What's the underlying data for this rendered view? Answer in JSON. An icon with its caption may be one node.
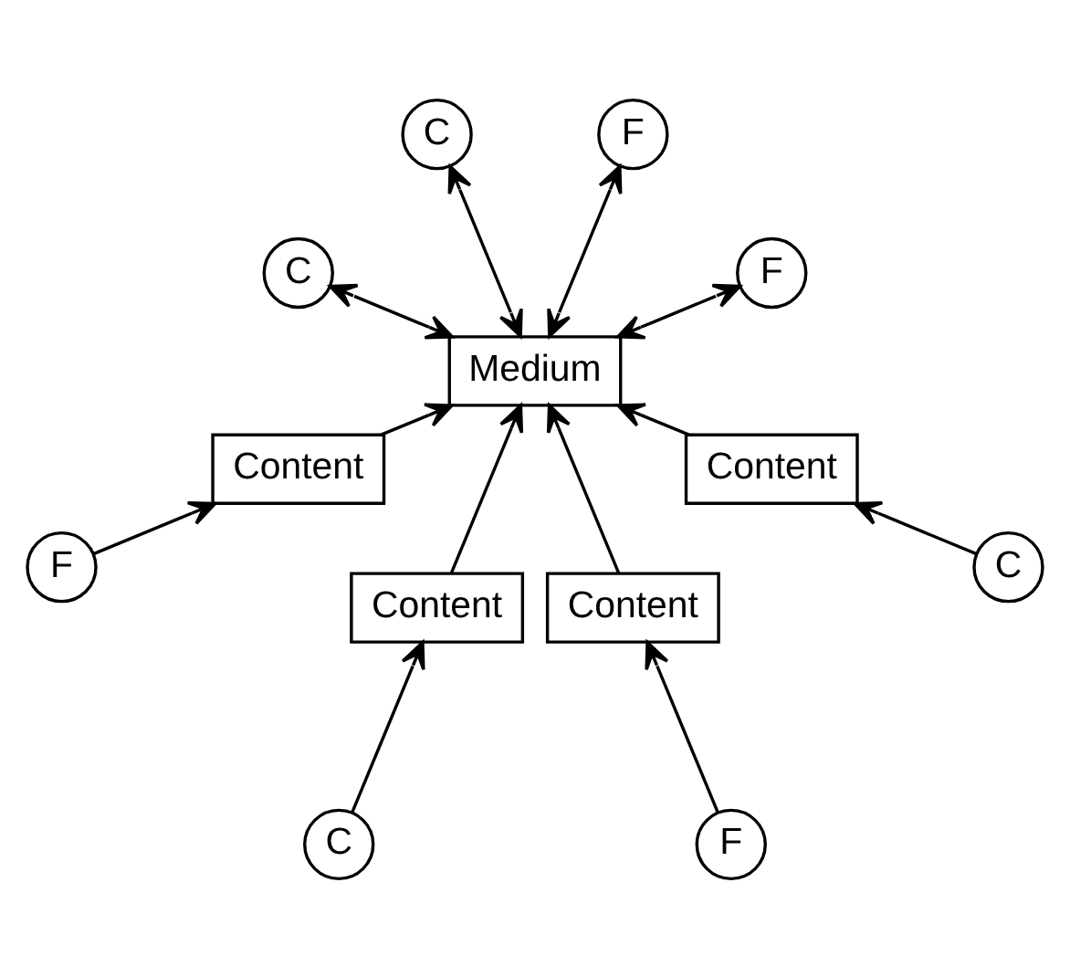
{
  "diagram": {
    "nodes": [
      {
        "text": [
          "F"
        ]
      },
      {
        "text": [
          "F"
        ]
      },
      {
        "text": [
          "Content"
        ]
      },
      {
        "text": [
          "F"
        ]
      },
      {
        "text": [
          "C"
        ]
      },
      {
        "text": [
          "Content"
        ]
      },
      {
        "text": [
          "Medium"
        ]
      },
      {
        "text": [
          "Content"
        ]
      },
      {
        "text": [
          "F"
        ]
      },
      {
        "text": [
          "C"
        ]
      },
      {
        "text": [
          "Content"
        ]
      },
      {
        "text": [
          "C"
        ]
      },
      {
        "text": [
          "C"
        ]
      }
    ],
    "edges": [
      {
        "from": 0,
        "to": 2,
        "arrow": "to"
      },
      {
        "from": 2,
        "to": 6,
        "arrow": "to"
      },
      {
        "from": 6,
        "to": 1,
        "arrow": "both"
      },
      {
        "from": 6,
        "to": 3,
        "arrow": "both"
      },
      {
        "from": 4,
        "to": 5,
        "arrow": "to"
      },
      {
        "from": 5,
        "to": 6,
        "arrow": "to"
      },
      {
        "from": 8,
        "to": 7,
        "arrow": "to"
      },
      {
        "from": 7,
        "to": 6,
        "arrow": "to"
      },
      {
        "from": 6,
        "to": 9,
        "arrow": "both"
      },
      {
        "from": 6,
        "to": 11,
        "arrow": "both"
      },
      {
        "from": 12,
        "to": 10,
        "arrow": "to"
      },
      {
        "from": 10,
        "to": 6,
        "arrow": "to"
      }
    ]
  }
}
